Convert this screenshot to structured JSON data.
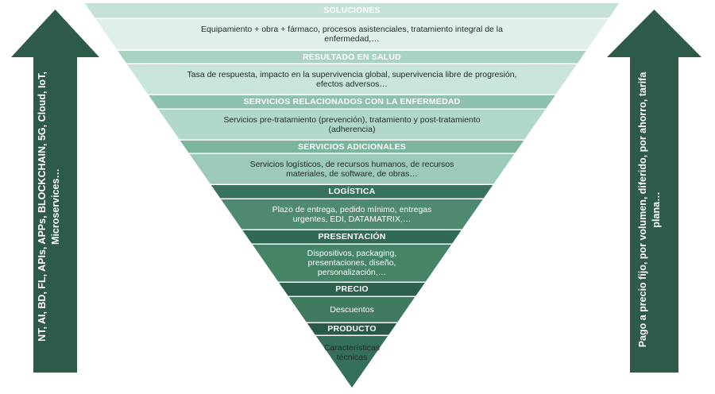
{
  "pyramid": {
    "levels": [
      {
        "key": "soluciones",
        "header": "SOLUCIONES",
        "description": "Equipamiento + obra + fármaco, procesos asistenciales, tratamiento integral de la enfermedad,…",
        "header_color": "#c6e2d6",
        "desc_color": "#dff0e8",
        "header_text_color": "#ffffff",
        "desc_text_color": "#1f2a26"
      },
      {
        "key": "resultado",
        "header": "RESULTADO EN SALUD",
        "description": "Tasa de respuesta, impacto en la supervivencia global, supervivencia libre de progresión, efectos adversos…",
        "header_color": "#a9d2c0",
        "desc_color": "#c9e4d8",
        "header_text_color": "#ffffff",
        "desc_text_color": "#1f2a26"
      },
      {
        "key": "servicios-enfermedad",
        "header": "SERVICIOS RELACIONADOS CON LA ENFERMEDAD",
        "description": "Servicios pre-tratamiento (prevención), tratamiento y post-tratamiento (adherencia)",
        "header_color": "#8fc2ac",
        "desc_color": "#b2d8c7",
        "header_text_color": "#ffffff",
        "desc_text_color": "#1f2a26"
      },
      {
        "key": "servicios-adicionales",
        "header": "SERVICIOS ADICIONALES",
        "description": "Servicios logísticos, de recursos humanos, de recursos materiales, de software, de obras…",
        "header_color": "#7ab59c",
        "desc_color": "#9ccab6",
        "header_text_color": "#ffffff",
        "desc_text_color": "#1f2a26"
      },
      {
        "key": "logistica",
        "header": "LOGÍSTICA",
        "description": "Plazo de entrega, pedido mínimo, entregas urgentes, EDI, DATAMATRIX,…",
        "header_color": "#36735a",
        "desc_color": "#4d8a70",
        "header_text_color": "#ffffff",
        "desc_text_color": "#ffffff"
      },
      {
        "key": "presentacion",
        "header": "PRESENTACIÓN",
        "description": "Dispositivos, packaging, presentaciones, diseño, personalización,…",
        "header_color": "#316a53",
        "desc_color": "#468468",
        "header_text_color": "#ffffff",
        "desc_text_color": "#ffffff"
      },
      {
        "key": "precio",
        "header": "PRECIO",
        "description": "Descuentos",
        "header_color": "#2c604c",
        "desc_color": "#3f7a61",
        "header_text_color": "#ffffff",
        "desc_text_color": "#ffffff"
      },
      {
        "key": "producto",
        "header": "PRODUCTO",
        "description": "Características técnicas",
        "header_color": "#285a47",
        "desc_color": "#35705a",
        "header_text_color": "#ffffff",
        "desc_text_color": "#1f2a26"
      }
    ]
  },
  "left_arrow": {
    "label": "NT, AI, BD, FL, APIs, APPs, BLOCKCHAIN, 5G, Cloud, IoT, Microservices…",
    "color": "#2e5b48"
  },
  "right_arrow": {
    "label": "Pago a precio fijo, por volumen, diferido, por ahorro, tarifa plana…",
    "color": "#2e5b48"
  }
}
